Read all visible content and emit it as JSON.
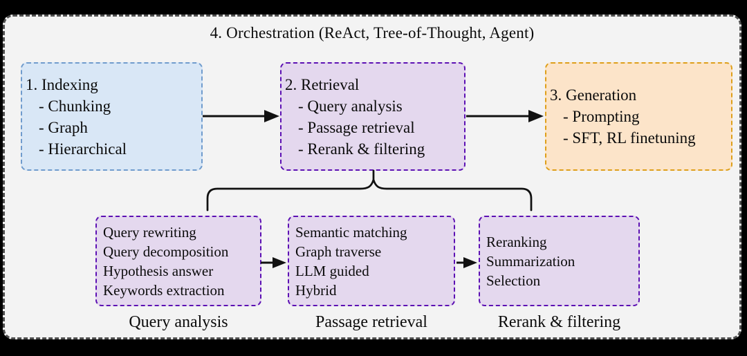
{
  "title": "4. Orchestration (ReAct, Tree-of-Thought, Agent)",
  "pipeline": [
    {
      "heading": "1. Indexing",
      "items": [
        "- Chunking",
        "- Graph",
        "- Hierarchical"
      ]
    },
    {
      "heading": "2. Retrieval",
      "items": [
        "- Query analysis",
        "- Passage retrieval",
        "- Rerank & filtering"
      ]
    },
    {
      "heading": "3. Generation",
      "items": [
        "- Prompting",
        "- SFT, RL finetuning"
      ]
    }
  ],
  "subboxes": [
    {
      "label": "Query analysis",
      "items": [
        "Query rewriting",
        "Query decomposition",
        "Hypothesis answer",
        "Keywords extraction"
      ]
    },
    {
      "label": "Passage retrieval",
      "items": [
        "Semantic matching",
        "Graph traverse",
        "LLM guided",
        "Hybrid"
      ]
    },
    {
      "label": "Rerank & filtering",
      "items": [
        "Reranking",
        "Summarization",
        "Selection"
      ]
    }
  ],
  "colors": {
    "frame_background": "#000000",
    "canvas_background": "#f3f3f3",
    "canvas_border": "#4f4f4f",
    "indexing_fill": "#d9e7f6",
    "indexing_border": "#6f9bcd",
    "retrieval_fill": "#e4d8ee",
    "retrieval_border": "#5c10b3",
    "generation_fill": "#fce4c9",
    "generation_border": "#de9f19",
    "line_color": "#111111",
    "text_color": "#0b0b0b"
  }
}
